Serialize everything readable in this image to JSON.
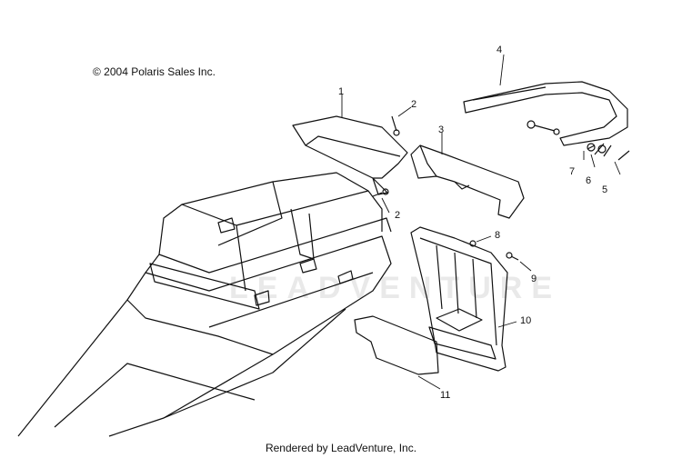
{
  "copyright": "© 2004 Polaris Sales Inc.",
  "footer": "Rendered by LeadVenture, Inc.",
  "watermark": "LEADVENTURE",
  "callouts": [
    {
      "id": "c1",
      "label": "1"
    },
    {
      "id": "c2a",
      "label": "2"
    },
    {
      "id": "c2b",
      "label": "2"
    },
    {
      "id": "c3",
      "label": "3"
    },
    {
      "id": "c4",
      "label": "4"
    },
    {
      "id": "c5",
      "label": "5"
    },
    {
      "id": "c6",
      "label": "6"
    },
    {
      "id": "c7",
      "label": "7"
    },
    {
      "id": "c8",
      "label": "8"
    },
    {
      "id": "c9",
      "label": "9"
    },
    {
      "id": "c10",
      "label": "10"
    },
    {
      "id": "c11",
      "label": "11"
    }
  ]
}
